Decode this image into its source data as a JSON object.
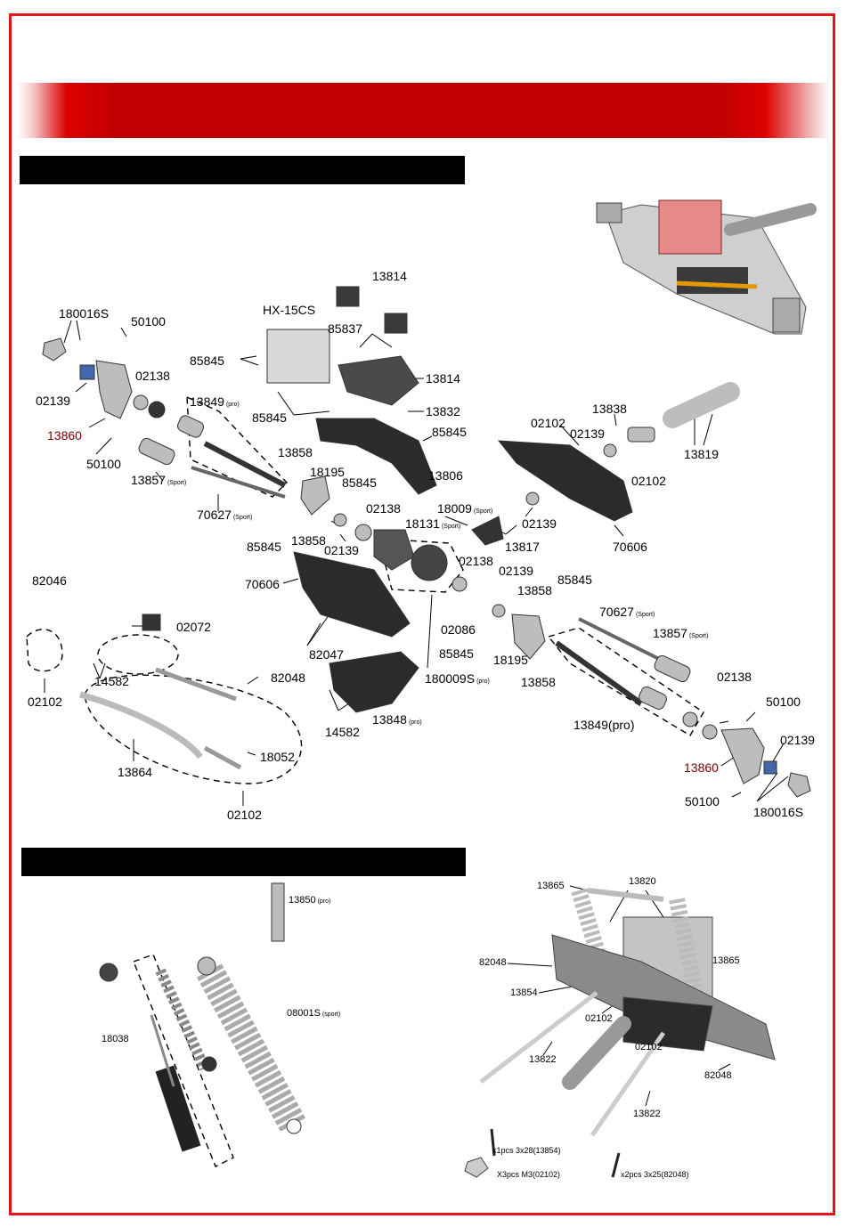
{
  "labels": {
    "p13814a": "13814",
    "hx15cs": "HX-15CS",
    "p180016s_l": "180016S",
    "p50100_l1": "50100",
    "p85837": "85837",
    "p85845_a": "85845",
    "p13814b": "13814",
    "p02138_l": "02138",
    "p13849_l": "13849",
    "pro": "(pro)",
    "p02139_l": "02139",
    "p85845_b": "85845",
    "p13832": "13832",
    "p13860_l": "13860",
    "p02102_a": "02102",
    "p13838": "13838",
    "p02139_b": "02139",
    "p85845_c": "85845",
    "p50100_l2": "50100",
    "p13858_a": "13858",
    "p13819": "13819",
    "p18195_a": "18195",
    "p13806": "13806",
    "p13857_l": "13857",
    "sport": "(Sport)",
    "p85845_d": "85845",
    "p02102_b": "02102",
    "p70627_l": "70627",
    "p18009": "18009",
    "p02138_b": "02138",
    "p18131": "18131",
    "p02139_c": "02139",
    "p85845_e": "85845",
    "p13858_b": "13858",
    "p13817": "13817",
    "p70606_r": "70606",
    "p02139_d": "02139",
    "p82046": "82046",
    "p70606_l": "70606",
    "p02138_c": "02138",
    "p02139_e": "02139",
    "p13858_c": "13858",
    "p85845_f": "85845",
    "p02072": "02072",
    "p70627_r": "70627",
    "p13857_r": "13857",
    "p82047": "82047",
    "p02086": "02086",
    "p14582_a": "14582",
    "p85845_g": "85845",
    "p82048_a": "82048",
    "p18195_b": "18195",
    "p02102_c": "02102",
    "p13858_d": "13858",
    "p180009s": "180009S",
    "p02138_d": "02138",
    "p50100_r1": "50100",
    "p14582_b": "14582",
    "p13848": "13848",
    "p13849_r": "13849(pro)",
    "p02139_f": "02139",
    "p18052": "18052",
    "p13864": "13864",
    "p13860_r": "13860",
    "p50100_r2": "50100",
    "p180016s_r": "180016S",
    "p02102_d": "02102",
    "p13850": "13850",
    "p08001s": "08001S",
    "sport_lc": "(sport)",
    "p18038": "18038",
    "p13865_a": "13865",
    "p13820": "13820",
    "p82048_b": "82048",
    "p13865_b": "13865",
    "p13854": "13854",
    "p02102_e": "02102",
    "p02102_f": "02102",
    "p13822_a": "13822",
    "p82048_c": "82048",
    "p13822_b": "13822",
    "hw1": "x1pcs   3x28(13854)",
    "hw2": "X3pcs  M3(02102)",
    "hw3": "x2pcs   3x25(82048)"
  },
  "colors": {
    "frame": "#e0161c",
    "banner": "#c00000",
    "section_bar": "#000000"
  }
}
